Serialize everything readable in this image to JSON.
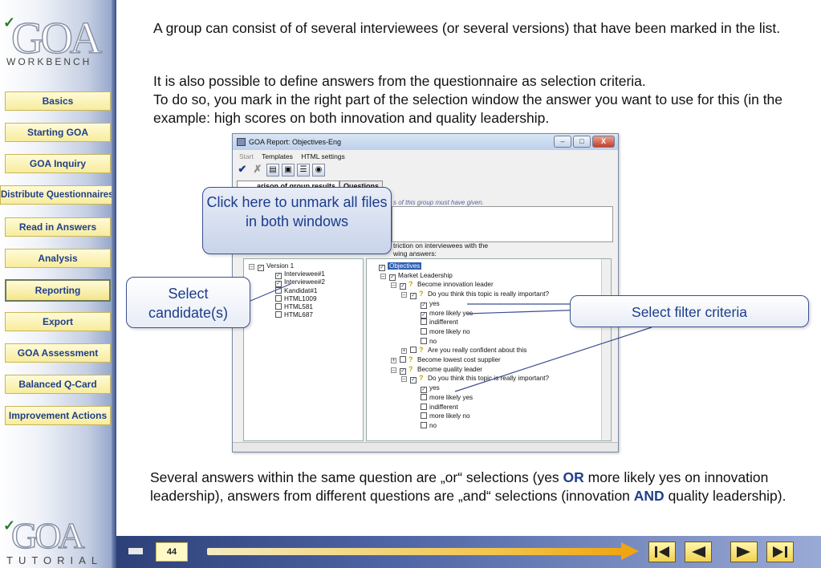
{
  "logo": {
    "top_letters": "GOA",
    "top_word": "WORKBENCH",
    "bottom_letters": "GOA",
    "bottom_word": "TUTORIAL",
    "check_glyph": "✓"
  },
  "sidebar": {
    "items": [
      {
        "label": "Basics"
      },
      {
        "label": "Starting GOA"
      },
      {
        "label": "GOA Inquiry"
      },
      {
        "label": "Distribute Questionnaires"
      },
      {
        "label": "Read in Answers"
      },
      {
        "label": "Analysis"
      },
      {
        "label": "Reporting"
      },
      {
        "label": "Export"
      },
      {
        "label": "GOA Assessment"
      },
      {
        "label": "Balanced Q-Card"
      },
      {
        "label": "Improvement Actions"
      }
    ],
    "active_item": "Reporting"
  },
  "content": {
    "para1": "A group can consist of of several interviewees (or several versions) that have been marked in the list.",
    "para2_line1": "It is also possible to define answers from the questionnaire as selection criteria.",
    "para2_line2": "To do so, you mark in the right part of the selection window the answer you want to use for this (in the example: high scores on both innovation and quality leadership.",
    "para3_part1": "Several answers within the same question are „or“ selections (yes ",
    "para3_or": "OR",
    "para3_part2": " more likely yes on innovation leadership), answers from different questions are „and“ selections (innovation ",
    "para3_and": "AND",
    "para3_part3": " quality leadership)."
  },
  "window": {
    "title": "GOA Report: Objectives-Eng",
    "controls": {
      "minimize": "–",
      "maximize": "□",
      "close": "X"
    },
    "menu": [
      "Start",
      "Templates",
      "HTML settings"
    ],
    "tabs": [
      "arison of group results",
      "Questions"
    ],
    "hint": "s of this group must have given.",
    "restriction_line1": "triction on interviewees with the",
    "restriction_line2": "wing answers:",
    "left_tree": [
      {
        "label": "Version 1",
        "checked": true,
        "indent": 0,
        "expander": "–"
      },
      {
        "label": "Interviewee#1",
        "checked": true,
        "indent": 1
      },
      {
        "label": "Interviewee#2",
        "checked": true,
        "indent": 1
      },
      {
        "label": "Kandidat#1",
        "checked": false,
        "indent": 1
      },
      {
        "label": "HTML1009",
        "checked": false,
        "indent": 1
      },
      {
        "label": "HTML581",
        "checked": false,
        "indent": 1
      },
      {
        "label": "HTML687",
        "checked": false,
        "indent": 1
      }
    ],
    "right_tree": [
      {
        "label": "Objectives",
        "checked": true,
        "indent": 0,
        "selected": true
      },
      {
        "label": "Market Leadership",
        "checked": true,
        "indent": 1,
        "expander": "–"
      },
      {
        "label": "Become innovation leader",
        "checked": true,
        "indent": 2,
        "expander": "–",
        "icon": true
      },
      {
        "label": "Do you think this topic is really important?",
        "checked": true,
        "indent": 3,
        "expander": "–",
        "icon": true
      },
      {
        "label": "yes",
        "checked": true,
        "indent": 4
      },
      {
        "label": "more likely yes",
        "checked": true,
        "indent": 4
      },
      {
        "label": "indifferent",
        "checked": false,
        "indent": 4
      },
      {
        "label": "more likely no",
        "checked": false,
        "indent": 4
      },
      {
        "label": "no",
        "checked": false,
        "indent": 4
      },
      {
        "label": "Are you really confident about this",
        "checked": false,
        "indent": 3,
        "expander": "+",
        "icon": true
      },
      {
        "label": "Become lowest cost supplier",
        "checked": false,
        "indent": 2,
        "expander": "+",
        "icon": true
      },
      {
        "label": "Become quality leader",
        "checked": true,
        "indent": 2,
        "expander": "–",
        "icon": true
      },
      {
        "label": "Do you think this topic is really important?",
        "checked": true,
        "indent": 3,
        "expander": "–",
        "icon": true
      },
      {
        "label": "yes",
        "checked": true,
        "indent": 4
      },
      {
        "label": "more likely yes",
        "checked": false,
        "indent": 4
      },
      {
        "label": "indifferent",
        "checked": false,
        "indent": 4
      },
      {
        "label": "more likely no",
        "checked": false,
        "indent": 4
      },
      {
        "label": "no",
        "checked": false,
        "indent": 4
      }
    ]
  },
  "callouts": {
    "unmark": "Click here to unmark all files in both windows",
    "select": "Select candidate(s)",
    "filter": "Select filter criteria"
  },
  "footer": {
    "page_number": "44",
    "icons": [
      "first-page-icon",
      "previous-page-icon",
      "next-page-icon",
      "last-page-icon"
    ]
  },
  "colors": {
    "accent_blue": "#1f3f8a",
    "nav_yellow": "#f7ec9c",
    "progress_orange": "#f0a512"
  }
}
